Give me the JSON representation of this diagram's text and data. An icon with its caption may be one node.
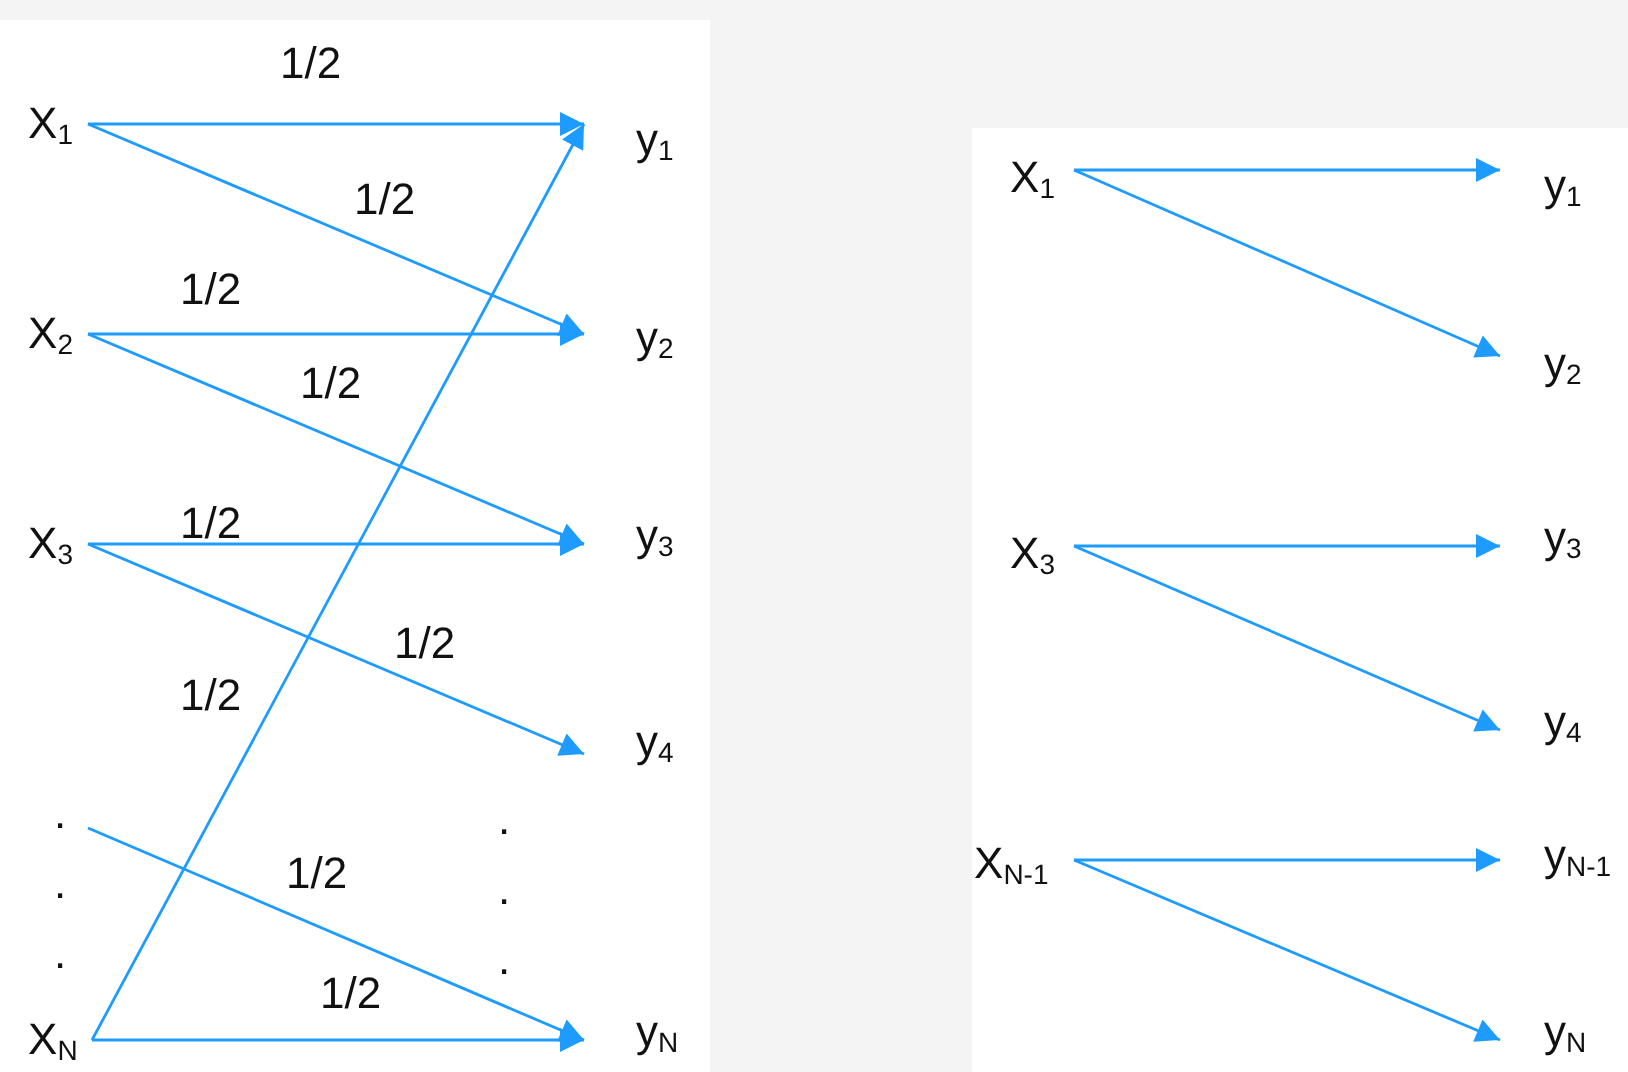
{
  "diagram": {
    "nodes": [
      {
        "text": [
          "X$_{1}$"
        ]
      },
      {
        "text": [
          "X$_{2}$"
        ]
      },
      {
        "text": [
          "X$_{3}$"
        ]
      },
      {
        "text": [
          "X$_{N}$"
        ]
      },
      {
        "text": [
          "y$_{1}$"
        ]
      },
      {
        "text": [
          "y$_{2}$"
        ]
      },
      {
        "text": [
          "y$_{3}$"
        ]
      },
      {
        "text": [
          "y$_{4}$"
        ]
      },
      {
        "text": [
          "y$_{N}$"
        ]
      },
      {
        "text": [
          "X$_{1}$"
        ]
      },
      {
        "text": [
          "X$_{3}$"
        ]
      },
      {
        "text": [
          "X$_{N-1}$"
        ]
      },
      {
        "text": [
          "y$_{1}$"
        ]
      },
      {
        "text": [
          "y$_{2}$"
        ]
      },
      {
        "text": [
          "y$_{3}$"
        ]
      },
      {
        "text": [
          "y$_{4}$"
        ]
      },
      {
        "text": [
          "y$_{N-1}$"
        ]
      },
      {
        "text": [
          "y$_{N}$"
        ]
      }
    ],
    "edges": [
      {
        "from": 0,
        "to": 4,
        "arrow": "to",
        "label": "1/2"
      },
      {
        "from": 0,
        "to": 5,
        "arrow": "to",
        "label": "1/2"
      },
      {
        "from": 1,
        "to": 5,
        "arrow": "to",
        "label": "1/2"
      },
      {
        "from": 1,
        "to": 6,
        "arrow": "to",
        "label": "1/2"
      },
      {
        "from": 2,
        "to": 6,
        "arrow": "to",
        "label": "1/2"
      },
      {
        "from": 2,
        "to": 7,
        "arrow": "to",
        "label": "1/2"
      },
      {
        "from": 3,
        "to": 4,
        "arrow": "to",
        "label": "1/2"
      },
      {
        "from": null,
        "to": 8,
        "arrow": "to",
        "label": "1/2"
      },
      {
        "from": 3,
        "to": 8,
        "arrow": "to",
        "label": "1/2"
      },
      {
        "from": 9,
        "to": 12,
        "arrow": "to"
      },
      {
        "from": 9,
        "to": 13,
        "arrow": "to"
      },
      {
        "from": 10,
        "to": 14,
        "arrow": "to"
      },
      {
        "from": 10,
        "to": 15,
        "arrow": "to"
      },
      {
        "from": 11,
        "to": 16,
        "arrow": "to"
      },
      {
        "from": 11,
        "to": 17,
        "arrow": "to"
      }
    ],
    "labels": [
      ".",
      ".",
      ".",
      ".",
      ".",
      "."
    ]
  }
}
